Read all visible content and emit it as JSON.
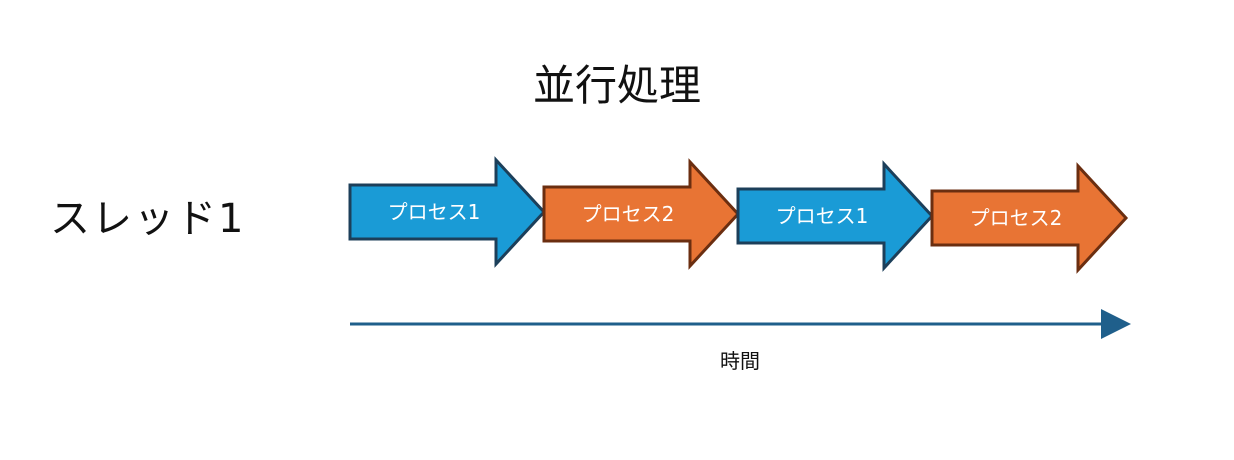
{
  "title": "並行処理",
  "thread_label": "スレッド1",
  "colors": {
    "process1_fill": "#1a9bd6",
    "process1_stroke": "#1c3f5a",
    "process2_fill": "#e87434",
    "process2_stroke": "#6b2e10",
    "timeline": "#1f5f8b"
  },
  "steps": [
    {
      "label": "プロセス1",
      "process": 1
    },
    {
      "label": "プロセス2",
      "process": 2
    },
    {
      "label": "プロセス1",
      "process": 1
    },
    {
      "label": "プロセス2",
      "process": 2
    }
  ],
  "timeline_label": "時間"
}
